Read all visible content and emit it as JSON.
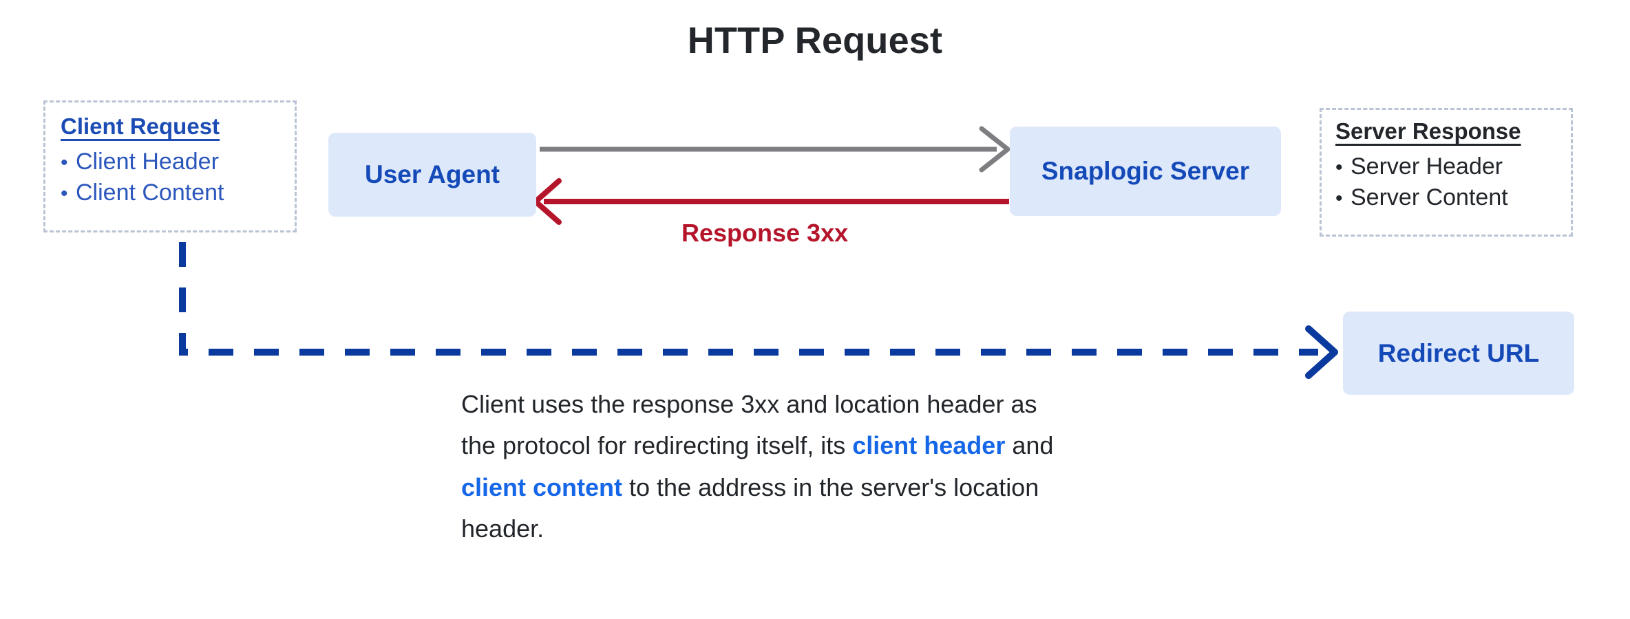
{
  "title": "HTTP Request",
  "colors": {
    "title_text": "#23272b",
    "node_fill": "#dee8fb",
    "node_text": "#1449b8",
    "client_blue": "#2b56bb",
    "server_dark": "#22262b",
    "response_red": "#b5152b",
    "gray_arrow": "#7e7e82",
    "dashed_border": "#b9c3d4",
    "redirect_dash": "#0b3a9e",
    "highlight_blue": "#1667e8"
  },
  "client_request": {
    "heading": "Client Request",
    "bullet_glyph": "•",
    "items": [
      "Client Header",
      "Client Content"
    ]
  },
  "server_response": {
    "heading": "Server Response",
    "bullet_glyph": "•",
    "items": [
      "Server Header",
      "Server Content"
    ]
  },
  "nodes": {
    "user_agent": "User Agent",
    "snaplogic_server": "Snaplogic Server",
    "redirect_url": "Redirect URL"
  },
  "connectors": {
    "request_arrow": {
      "name": "request-arrow",
      "style": "solid",
      "color": "#7e7e82",
      "direction": "user-agent-to-server",
      "label": ""
    },
    "response_arrow": {
      "name": "response-arrow",
      "style": "solid",
      "color": "#b5152b",
      "direction": "server-to-user-agent",
      "label": "Response 3xx"
    },
    "redirect_arrow": {
      "name": "redirect-arrow",
      "style": "dashed",
      "color": "#0b3a9e",
      "direction": "client-request-to-redirect-url",
      "label": ""
    }
  },
  "caption": {
    "part1": "Client uses the response 3xx and location header as the protocol for redirecting itself, its ",
    "hl1": "client header",
    "part2": " and ",
    "hl2": "client content",
    "part3": " to the address in the server's location header."
  }
}
